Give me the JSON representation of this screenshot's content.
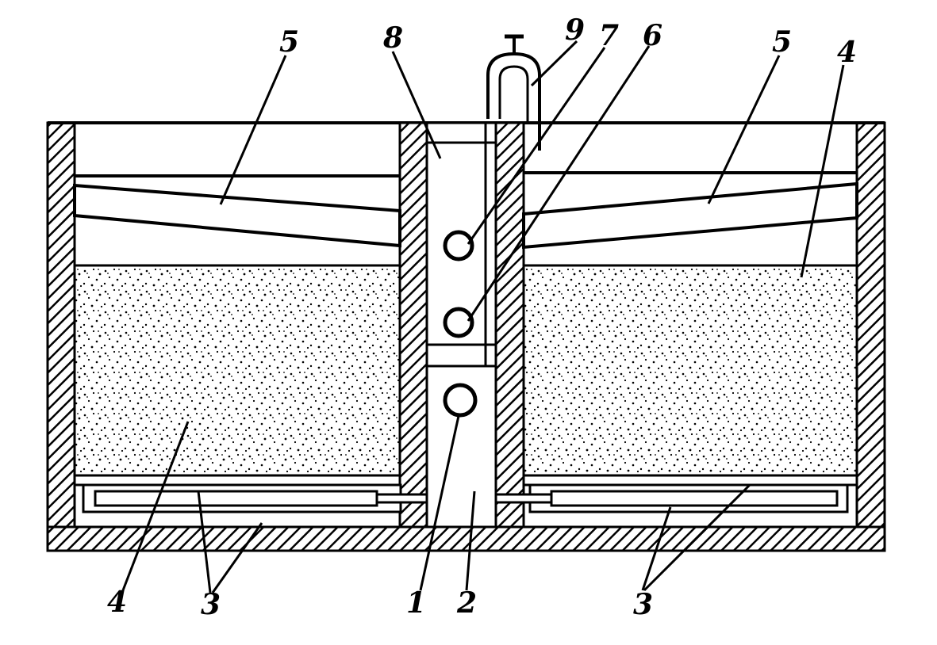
{
  "colors": {
    "ink": "#000000",
    "paper": "#ffffff"
  },
  "labels": {
    "sand_left": "4",
    "sand_right": "4",
    "pipe_left": "3",
    "pipe_right": "3",
    "port_bottom": "1",
    "central_channel": "2",
    "launder_left": "5",
    "launder_right": "5",
    "port_middle": "6",
    "port_upper": "7",
    "top_chamber": "8",
    "valve": "9"
  }
}
